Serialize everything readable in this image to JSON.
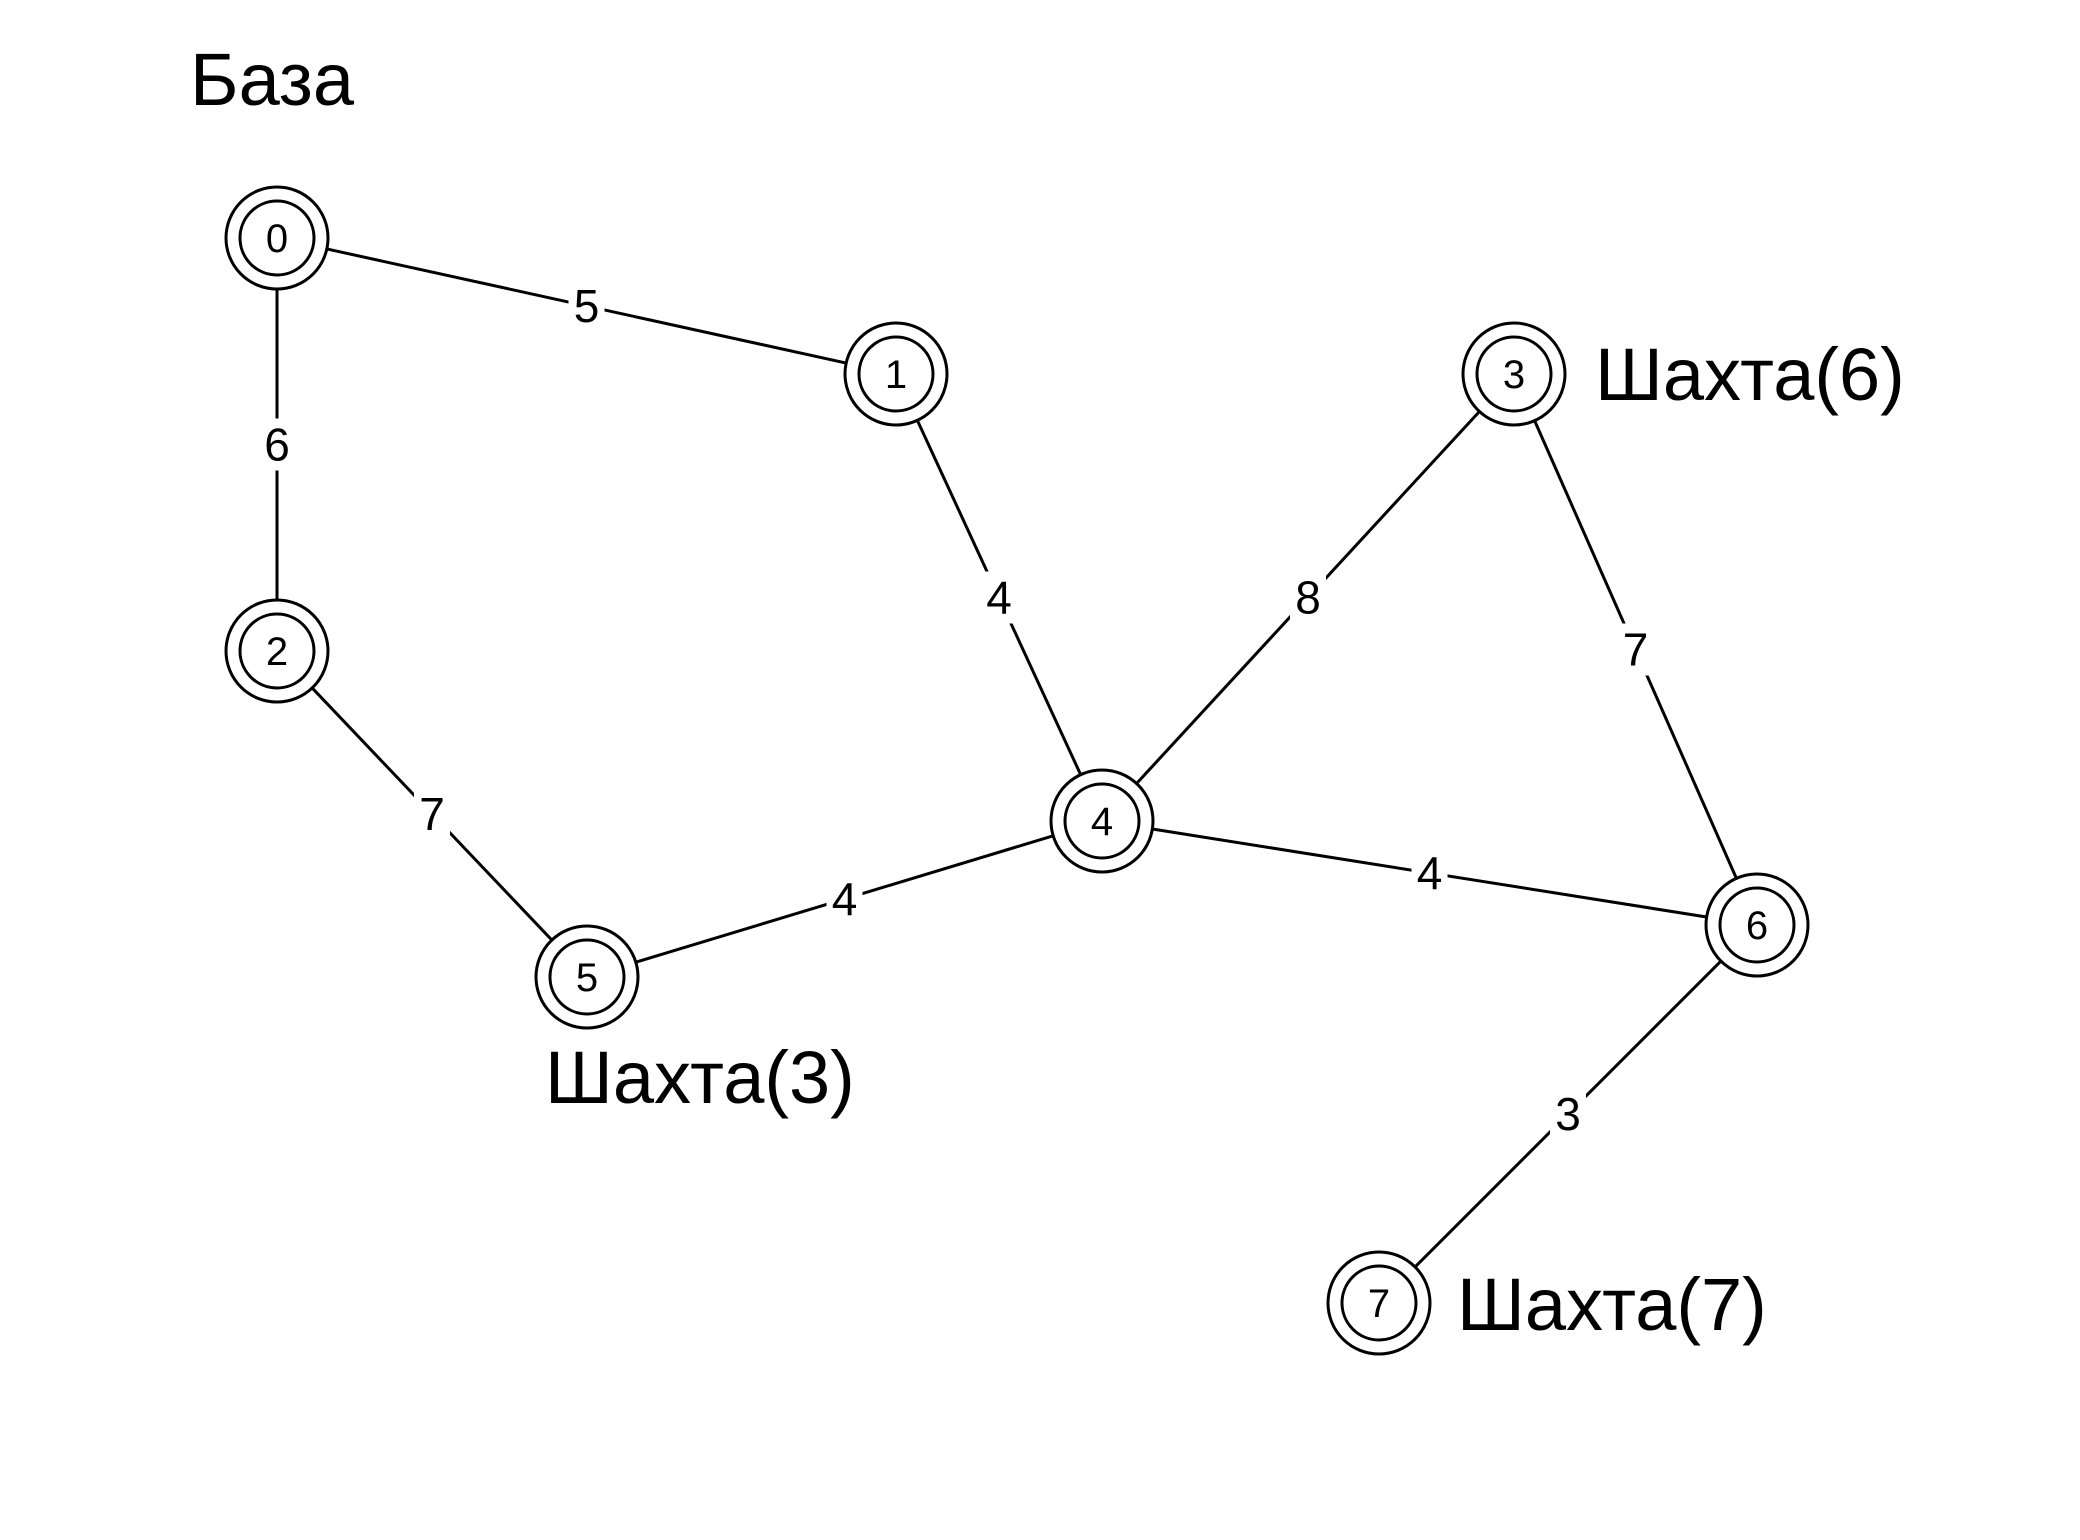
{
  "diagram": {
    "nodes": [
      {
        "id": "0",
        "label": "0"
      },
      {
        "id": "1",
        "label": "1"
      },
      {
        "id": "2",
        "label": "2"
      },
      {
        "id": "3",
        "label": "3"
      },
      {
        "id": "4",
        "label": "4"
      },
      {
        "id": "5",
        "label": "5"
      },
      {
        "id": "6",
        "label": "6"
      },
      {
        "id": "7",
        "label": "7"
      }
    ],
    "edges": [
      {
        "from": "0",
        "to": "1",
        "weight": "5"
      },
      {
        "from": "0",
        "to": "2",
        "weight": "6"
      },
      {
        "from": "1",
        "to": "4",
        "weight": "4"
      },
      {
        "from": "2",
        "to": "5",
        "weight": "7"
      },
      {
        "from": "5",
        "to": "4",
        "weight": "4"
      },
      {
        "from": "4",
        "to": "3",
        "weight": "8"
      },
      {
        "from": "3",
        "to": "6",
        "weight": "7"
      },
      {
        "from": "4",
        "to": "6",
        "weight": "4"
      },
      {
        "from": "6",
        "to": "7",
        "weight": "3"
      }
    ],
    "annotations": [
      {
        "node": "0",
        "text": "База"
      },
      {
        "node": "3",
        "text": "Шахта(6)"
      },
      {
        "node": "5",
        "text": "Шахта(3)"
      },
      {
        "node": "7",
        "text": "Шахта(7)"
      }
    ]
  }
}
